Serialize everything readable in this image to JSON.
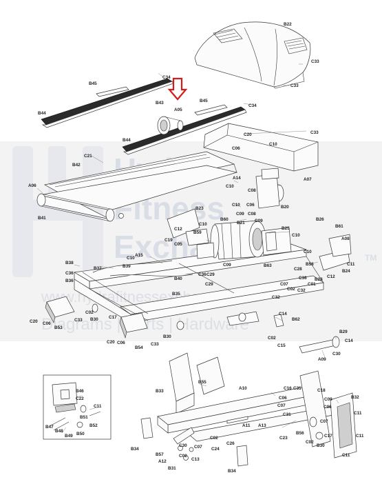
{
  "watermark": {
    "line1": "Hydra",
    "line2": "Fitness",
    "line3": "Exchange",
    "tm": "TM",
    "url": "www.hydrafitnessexchange.com",
    "tagline": "Diagrams | Parts | Hardware"
  },
  "colors": {
    "line": "#333333",
    "dark_part": "#2b2b2b",
    "watermark_band": "#e9e9e9",
    "watermark_text": "#d9dde6",
    "arrow": "#d61a1a"
  },
  "parts": {
    "B22": "B22",
    "C33": "C33",
    "C34": "C34",
    "B45": "B45",
    "B43": "B43",
    "A05": "A05",
    "B44": "B44",
    "C20": "C20",
    "C06": "C06",
    "C10": "C10",
    "C21": "C21",
    "B42": "B42",
    "A06": "A06",
    "A14": "A14",
    "A07": "A07",
    "B41": "B41",
    "C08": "C08",
    "B20": "B20",
    "B23": "B23",
    "C12": "C12",
    "C09": "C09",
    "B60": "B60",
    "B21": "B21",
    "B26": "B26",
    "B61": "B61",
    "B25": "B25",
    "B59": "B59",
    "C19": "C19",
    "C05": "C05",
    "A08": "A08",
    "B38": "B38",
    "B37": "B37",
    "B39": "B39",
    "A15": "A15",
    "B36": "B36",
    "B35": "B35",
    "B40": "B40",
    "C36": "C36",
    "C29": "C29",
    "B63": "B63",
    "C28": "C28",
    "B58": "B58",
    "C11": "C11",
    "B24": "B24",
    "B28": "B28",
    "C01": "C01",
    "C32": "C32",
    "C07": "C07",
    "C02": "C02",
    "B30": "B30",
    "B53": "B53",
    "B54": "B54",
    "B62": "B62",
    "C14": "C14",
    "C15": "C15",
    "B29": "B29",
    "C30": "C30",
    "A09": "A09",
    "B46": "B46",
    "C22": "C22",
    "B47": "B47",
    "B48": "B48",
    "B49": "B49",
    "B50": "B50",
    "B51": "B51",
    "B52": "B52",
    "B33": "B33",
    "B55": "B55",
    "A10": "A10",
    "C16": "C16",
    "C35": "C35",
    "C18": "C18",
    "B32": "B32",
    "C31": "C31",
    "A11": "A11",
    "A13": "A13",
    "C23": "C23",
    "B56": "B56",
    "C17": "C17",
    "B34": "B34",
    "C26": "C26",
    "C24": "C24",
    "C13": "C13",
    "A12": "A12",
    "B57": "B57",
    "B31": "B31"
  }
}
